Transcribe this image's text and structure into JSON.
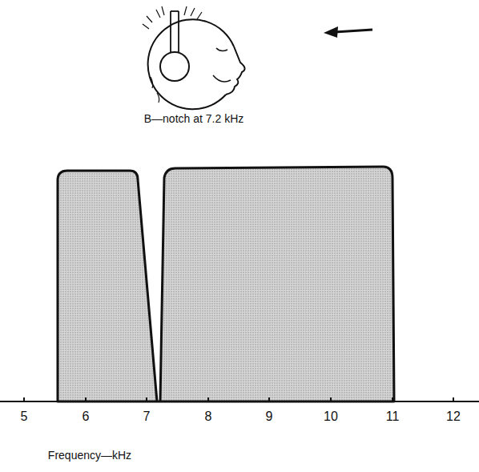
{
  "diagram": {
    "labels": [
      "B—notch at 7.2 kHz",
      "5",
      "6",
      "7",
      "8",
      "9",
      "10",
      "11",
      "12",
      "Frequency—kHz"
    ]
  }
}
